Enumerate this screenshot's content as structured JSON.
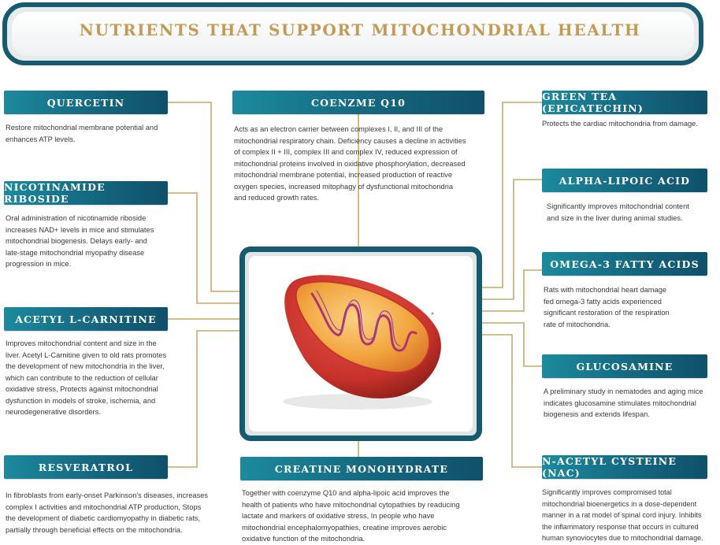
{
  "title": "NUTRIENTS THAT SUPPORT MITOCHONDRIAL HEALTH",
  "nutrients": {
    "quercetin": {
      "name": "QUERCETIN",
      "text": [
        "Restore mitochondrial membrane potential and",
        "enhances ATP levels."
      ]
    },
    "nicotinamide": {
      "name": "NICOTINAMIDE RIBOSIDE",
      "text": [
        "Oral administration of nicotinamide riboside",
        "increases NAD+ levels in mice and stimulates",
        "mitochondrial biogenesis. Delays early- and",
        "late-stage mitochondrial myopathy disease",
        "progression in mice."
      ]
    },
    "carnitine": {
      "name": "ACETYL L-CARNITINE",
      "text": [
        "Improves mitochondrial content and size in the",
        "liver. Acetyl L-Carnitine given to old rats promotes",
        "the development of new mitochondria in the liver,",
        "which can contribute to the reduction of cellular",
        "oxidative stress, Protects against mitochondrial",
        "dysfunction in models of stroke, ischemia, and",
        "neurodegenerative disorders."
      ]
    },
    "resveratrol": {
      "name": "RESVERATROL",
      "text": [
        "In fibroblasts from early-onset Parkinson's diseases, increases",
        "complex I activities and mitochondrial ATP production, Stops",
        "the development of diabetic cardiomyopathy in diabetic rats,",
        "partially through beneficial effects on the mitochondria."
      ]
    },
    "coq10": {
      "name": "COENZME Q10",
      "text": [
        "Acts as an electron carrier between complexes I, II, and III of the",
        "mitochondrial respiratory chain. Deficiency causes a decline in activities",
        "of complex II + III, complex III and complex IV, reduced expression of",
        "mitochondrial proteins involved in oxidative  phosphorylation, decreased",
        "mitochondrial membrane potential, increased production of reactive",
        "oxygen species, increased mitophagy of dysfunctional mitochondria",
        "and reduced growth rates."
      ]
    },
    "creatine": {
      "name": "CREATINE MONOHYDRATE",
      "text": [
        "Together with coenzyme Q10 and alpha-lipoic acid improves the",
        "health of patients who have mitochondrial cytopathies by readucing",
        "lactate and markers of oxidative stress, In people who have",
        "mitochondrial encephalomyopathies, creatine improves aerobic",
        "oxidative function of the mitochondria."
      ]
    },
    "greentea": {
      "name": "GREEN TEA (EPICATECHIN)",
      "text": [
        "Protects the cardiac mitochondria from damage."
      ]
    },
    "lipoic": {
      "name": "ALPHA-LIPOIC ACID",
      "text": [
        "Significantly improves  mitochondrial content",
        "and size in the liver  during animal studies."
      ]
    },
    "omega3": {
      "name": "OMEGA-3 FATTY ACIDS",
      "text": [
        "Rats with mitochondrial heart damage",
        "fed omega-3 fatty acids experienced",
        "significant restoration of the respiration",
        "rate of mitochondria."
      ]
    },
    "glucosamine": {
      "name": "GLUCOSAMINE",
      "text": [
        "A preliminary study in nematodes and aging mice",
        "indicates  glucosamine stimulates mitochondrial",
        "biogenesis and extends lifespan."
      ]
    },
    "nac": {
      "name": "N-ACETYL CYSTEINE (NAC)",
      "text": [
        "Significantly improves compromised total",
        "mitochondrial bioenergetics in a dose-dependent",
        "manner in a rat model of spinal  cord  injury. Inhibits",
        "the inflammatory  response that occurs in cultured",
        "human synoviocytes due to mitochondrial damage."
      ]
    }
  },
  "colors": {
    "label": "#14677f",
    "frame": "#165a70",
    "title": "#c49a55",
    "connector": "#c9a96a",
    "mito_outer": "#c8322b",
    "mito_inner": "#f0a23c"
  }
}
